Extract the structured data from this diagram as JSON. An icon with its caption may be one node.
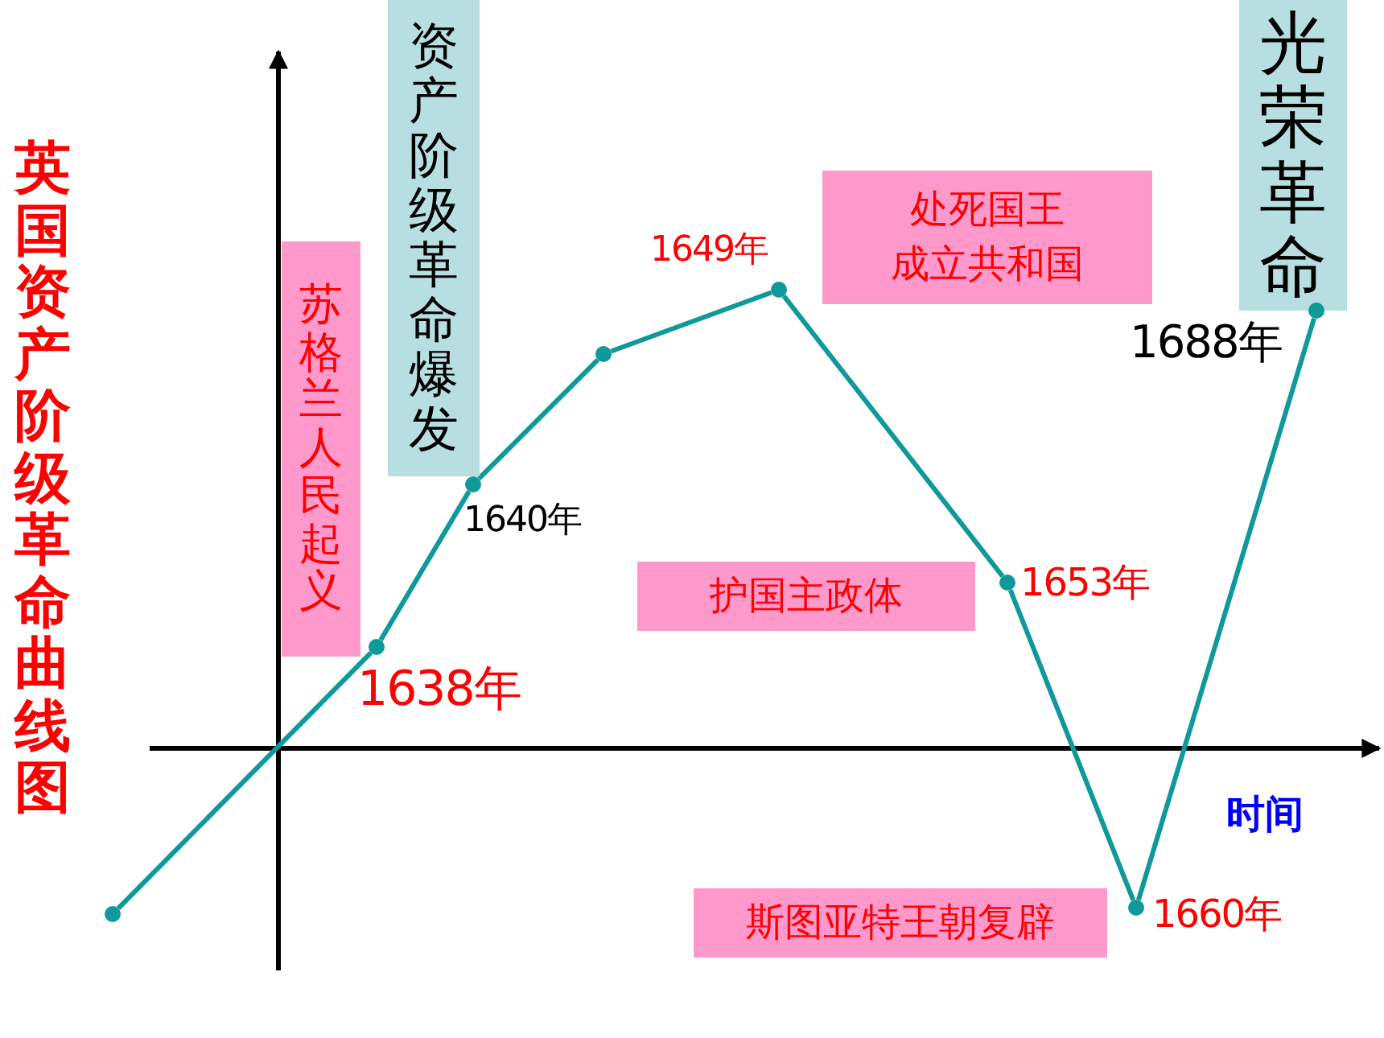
{
  "diagram": {
    "title": "英国资产阶级革命曲线图",
    "nodes": [
      {
        "text": [
          "苏格兰人民起义"
        ]
      },
      {
        "text": [
          "资产阶级革命爆发"
        ]
      },
      {
        "text": [
          "处死国王",
          "成立共和国"
        ]
      },
      {
        "text": [
          "光荣革命"
        ]
      },
      {
        "text": [
          "护国主政体"
        ]
      },
      {
        "text": [
          "斯图亚特王朝复辟"
        ]
      },
      {
        "text": [],
        "shape": "circle"
      },
      {
        "text": [],
        "shape": "circle",
        "beside": [
          "1638年"
        ]
      },
      {
        "text": [],
        "shape": "circle",
        "beside": [
          "1640年"
        ]
      },
      {
        "text": [],
        "shape": "circle"
      },
      {
        "text": [],
        "shape": "circle",
        "beside": [
          "1649年"
        ]
      },
      {
        "text": [],
        "shape": "circle",
        "beside": [
          "1653年"
        ]
      },
      {
        "text": [],
        "shape": "circle",
        "beside": [
          "1660年"
        ]
      },
      {
        "text": [],
        "shape": "circle",
        "beside": [
          "1688年"
        ]
      }
    ],
    "edges": [
      {
        "from": 6,
        "to": 7,
        "arrow": "none"
      },
      {
        "from": 7,
        "to": 8,
        "arrow": "none"
      },
      {
        "from": 8,
        "to": 9,
        "arrow": "none"
      },
      {
        "from": 9,
        "to": 10,
        "arrow": "none"
      },
      {
        "from": 10,
        "to": 11,
        "arrow": "none"
      },
      {
        "from": 11,
        "to": 12,
        "arrow": "none"
      },
      {
        "from": 12,
        "to": 13,
        "arrow": "none"
      }
    ],
    "labels": [
      "时间"
    ]
  }
}
